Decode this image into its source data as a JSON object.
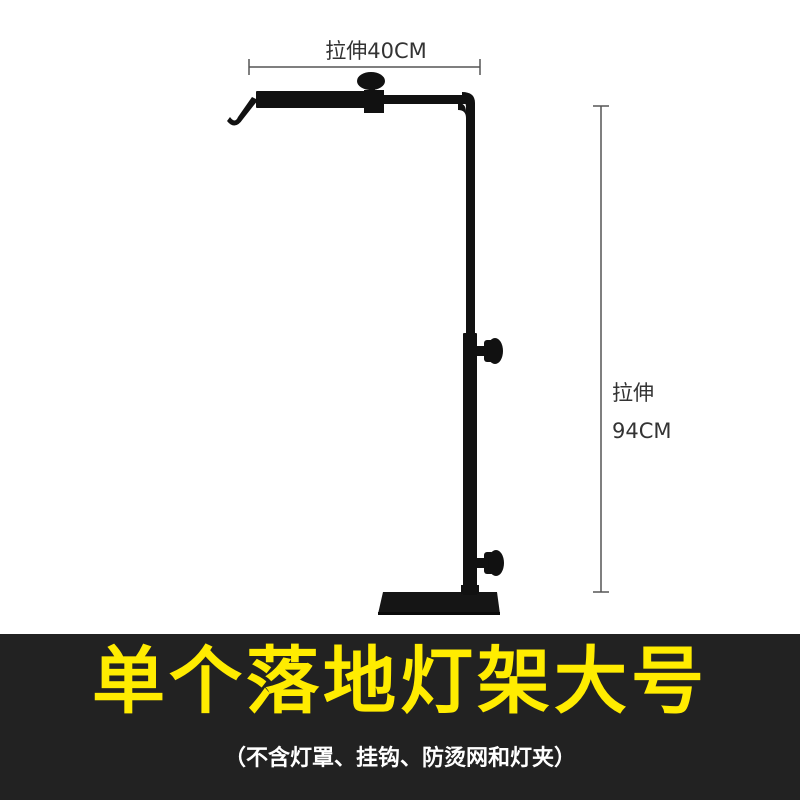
{
  "product": {
    "width_label": "拉伸40CM",
    "height_label_line1": "拉伸",
    "height_label_line2": "94CM"
  },
  "banner": {
    "title": "单个落地灯架大号",
    "note": "（不含灯罩、挂钩、防烫网和灯夹）"
  },
  "colors": {
    "banner_background": "#222222",
    "title_color": "#ffec00",
    "note_color": "#ffffff",
    "stand_color": "#111111"
  }
}
